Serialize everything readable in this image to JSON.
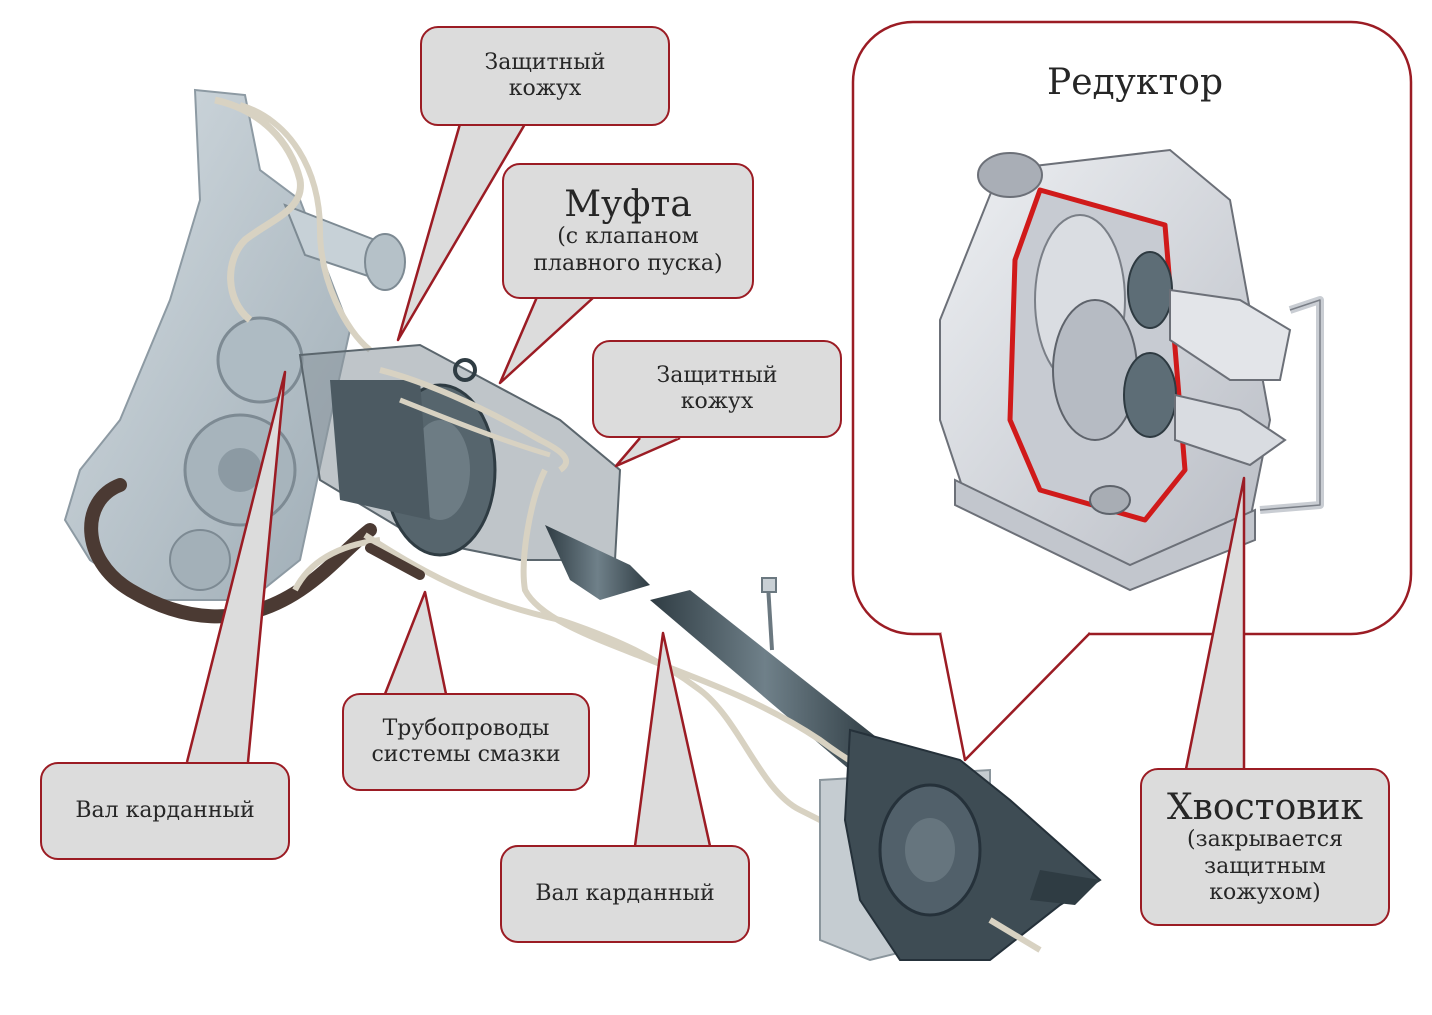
{
  "labels": {
    "cover_top": {
      "line1": "Защитный",
      "line2": "кожух"
    },
    "coupling": {
      "title": "Муфта",
      "line1": "(с клапаном",
      "line2": "плавного пуска)"
    },
    "cover_mid": {
      "line1": "Защитный",
      "line2": "кожух"
    },
    "reducer": {
      "title": "Редуктор"
    },
    "pipes": {
      "line1": "Трубопроводы",
      "line2": "системы смазки"
    },
    "shaft_left": {
      "text": "Вал карданный"
    },
    "shaft_bottom": {
      "text": "Вал карданный"
    },
    "shank": {
      "title": "Хвостовик",
      "line1": "(закрывается",
      "line2": "защитным",
      "line3": "кожухом)"
    }
  },
  "colors": {
    "callout_border": "#9b1c24",
    "callout_fill": "#dcdcdc",
    "machine_light": "#b9c6ce",
    "machine_dark": "#4a5a63",
    "pipe": "#d8d2c2",
    "hose": "#4b3a33",
    "cut_red": "#d01a1a"
  }
}
